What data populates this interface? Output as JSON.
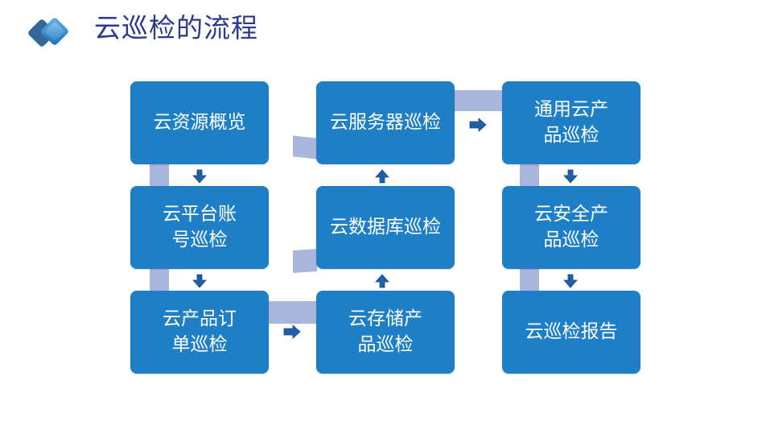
{
  "title": "云巡检的流程",
  "nodes": {
    "col1": [
      {
        "text": "云资源概览"
      },
      {
        "text": "云平台账号巡检"
      },
      {
        "text": "云产品订单巡检"
      }
    ],
    "col2": [
      {
        "text": "云服务器巡检"
      },
      {
        "text": "云数据库巡检"
      },
      {
        "text": "云存储产品巡检"
      }
    ],
    "col3": [
      {
        "text": "通用云产品巡检"
      },
      {
        "text": "云安全产品巡检"
      },
      {
        "text": "云巡检报告"
      }
    ]
  },
  "colors": {
    "box": "#1f7fc6",
    "arrow": "#1f5ea8",
    "connector": "#aab6dc",
    "title": "#2b3a8a"
  }
}
